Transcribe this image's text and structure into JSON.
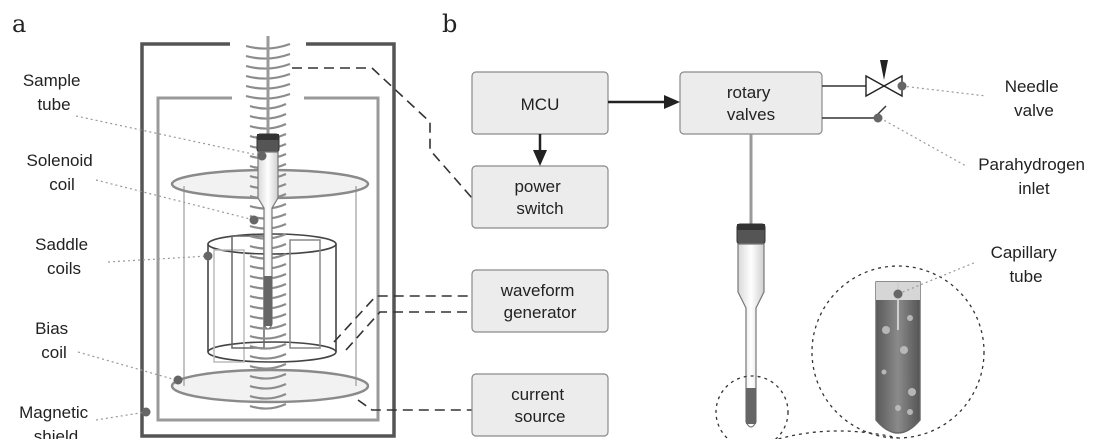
{
  "panel_a": {
    "letter": "a",
    "labels": {
      "sample_tube": [
        "Sample",
        "tube"
      ],
      "solenoid_coil": [
        "Solenoid",
        "coil"
      ],
      "saddle_coils": [
        "Saddle",
        "coils"
      ],
      "bias_coil": [
        "Bias",
        "coil"
      ],
      "magnetic_shield": [
        "Magnetic",
        "shield"
      ]
    }
  },
  "panel_b": {
    "letter": "b",
    "boxes": {
      "mcu": [
        "MCU"
      ],
      "rotary_valves": [
        "rotary",
        "valves"
      ],
      "power_switch": [
        "power",
        "switch"
      ],
      "waveform_generator": [
        "waveform",
        "generator"
      ],
      "current_source": [
        "current",
        "source"
      ]
    },
    "labels": {
      "needle_valve": [
        "Needle",
        "valve"
      ],
      "parahydrogen_inlet": [
        "Parahydrogen",
        "inlet"
      ],
      "capillary_tube": [
        "Capillary",
        "tube"
      ]
    }
  },
  "colors": {
    "box_fill": "#ececec",
    "box_stroke": "#8a8a8a",
    "coil": "#8c8c8c",
    "dark": "#555555"
  }
}
